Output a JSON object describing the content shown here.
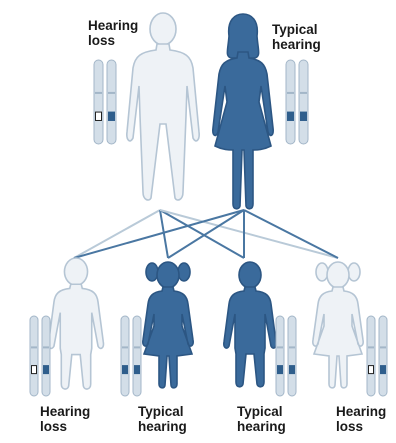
{
  "diagram": {
    "colors": {
      "hearing_loss_fill": "#eef2f6",
      "hearing_loss_stroke": "#b5c5d4",
      "typical_fill": "#3a6a9b",
      "typical_stroke": "#2c5683",
      "chromosome_fill": "#d3dee8",
      "chromosome_stroke": "#a3b6c8",
      "band_affected": "#ffffff",
      "band_typical": "#2f5e8c",
      "band_dark": "#2f5e8c",
      "line_light": "#b9cad8",
      "line_dark": "#4a77a2"
    },
    "parents": [
      {
        "id": "father",
        "status": "hearing-loss",
        "label_line1": "Hearing",
        "label_line2": "loss"
      },
      {
        "id": "mother",
        "status": "typical",
        "label_line1": "Typical",
        "label_line2": "hearing"
      }
    ],
    "children": [
      {
        "id": "child-1-boy",
        "status": "hearing-loss",
        "label_line1": "Hearing",
        "label_line2": "loss"
      },
      {
        "id": "child-2-girl",
        "status": "typical",
        "label_line1": "Typical",
        "label_line2": "hearing"
      },
      {
        "id": "child-3-boy",
        "status": "typical",
        "label_line1": "Typical",
        "label_line2": "hearing"
      },
      {
        "id": "child-4-girl",
        "status": "hearing-loss",
        "label_line1": "Hearing",
        "label_line2": "loss"
      }
    ]
  }
}
